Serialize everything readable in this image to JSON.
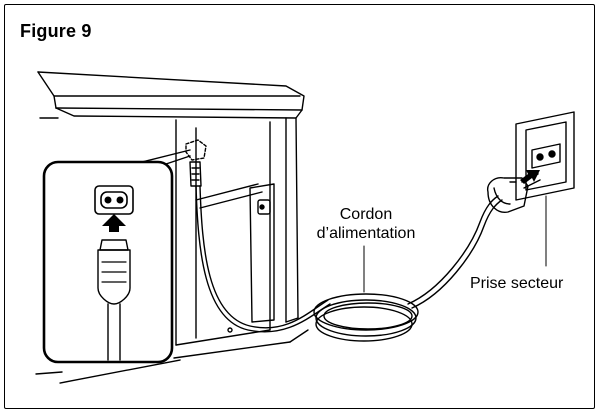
{
  "figure": {
    "title": "Figure 9"
  },
  "labels": {
    "power_cord_line1": "Cordon",
    "power_cord_line2": "d’alimentation",
    "wall_outlet": "Prise secteur"
  }
}
